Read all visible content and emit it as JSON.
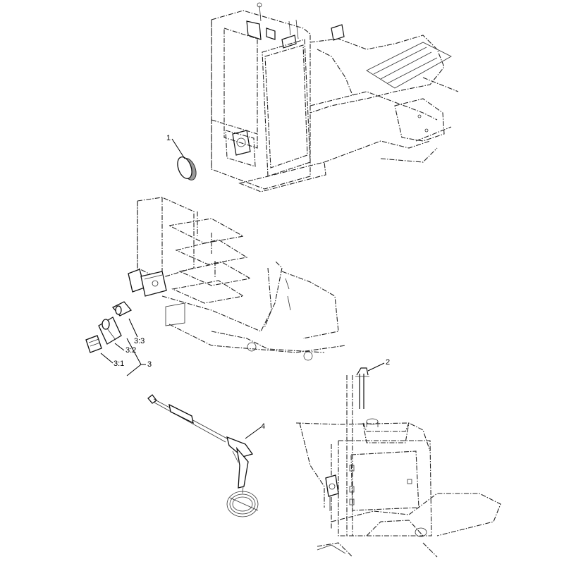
{
  "callouts": {
    "c1": "1",
    "c2": "2",
    "c3": "3",
    "c3_1": "3:1",
    "c3_2": "3:2",
    "c3_3": "3:3",
    "c4": "4"
  }
}
